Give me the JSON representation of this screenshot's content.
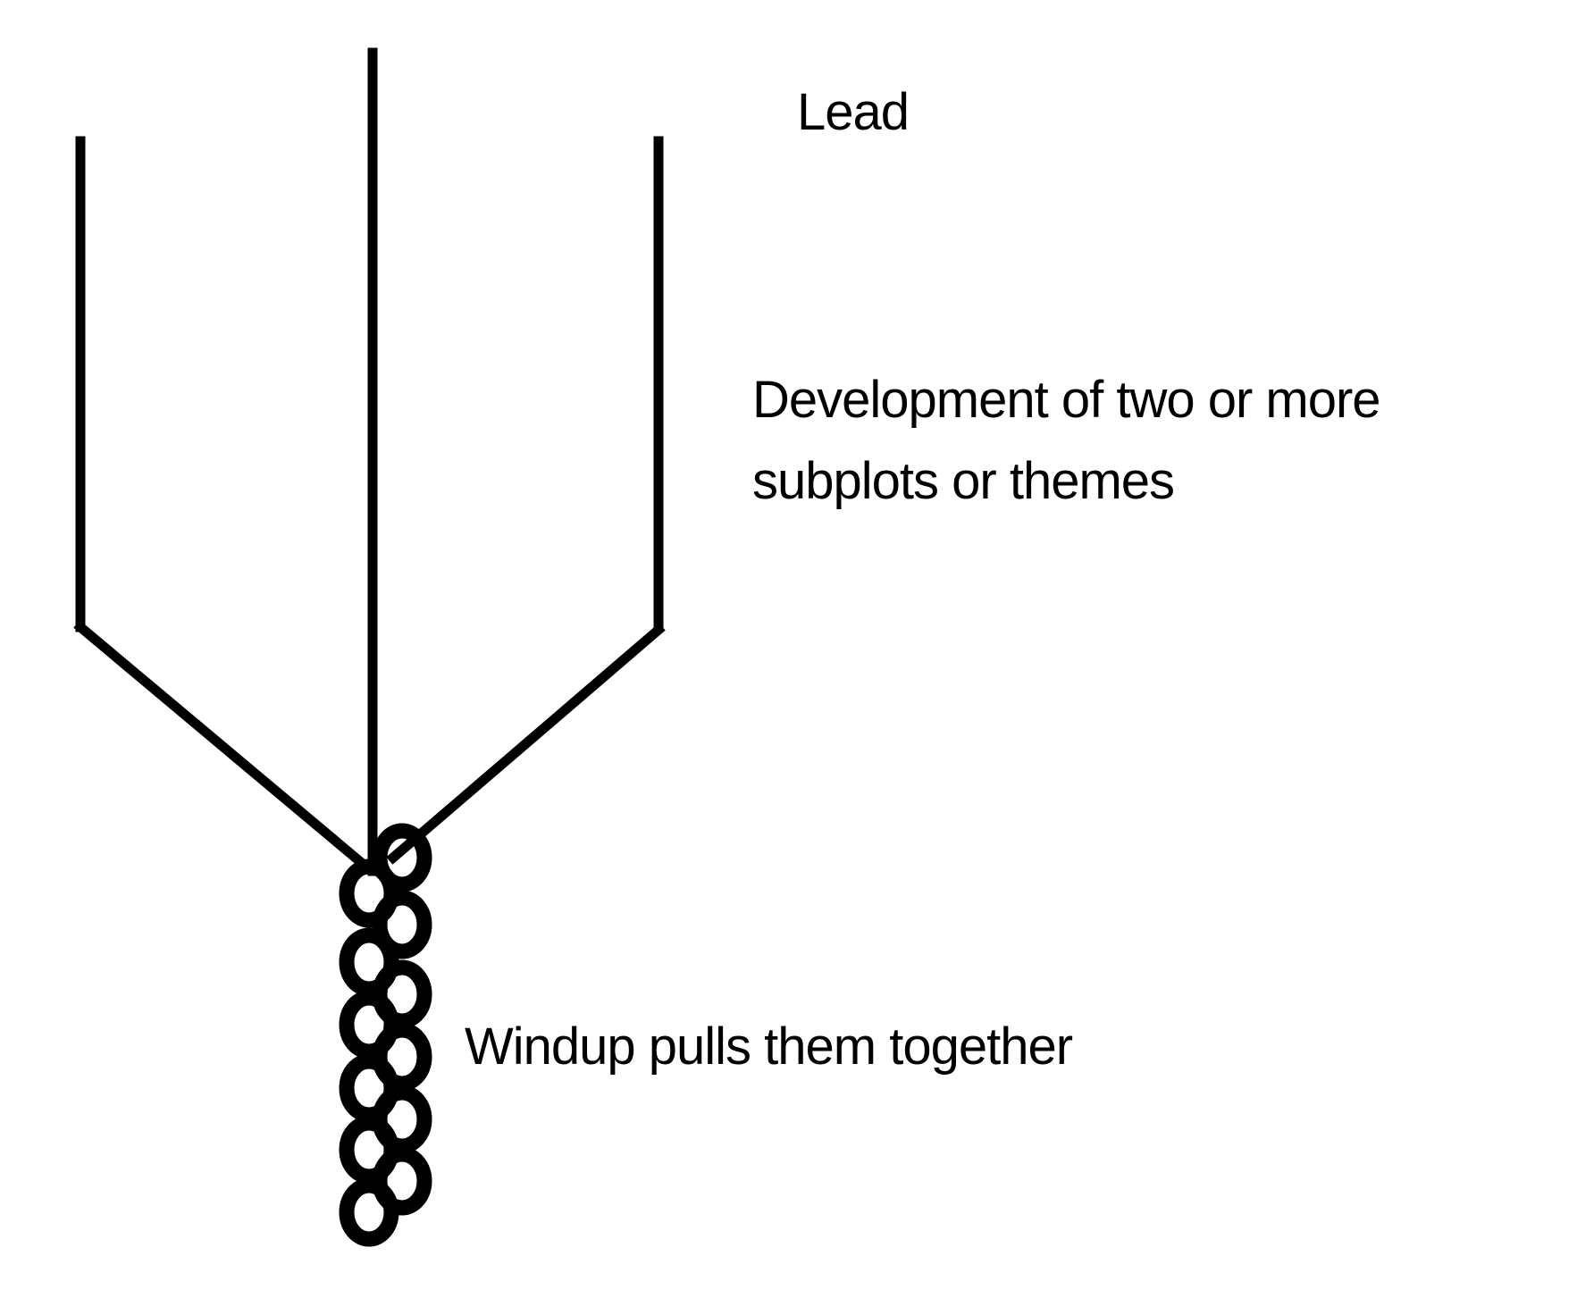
{
  "labels": {
    "lead": "Lead",
    "development_line1": "Development of two or more",
    "development_line2": "subplots or themes",
    "windup": "Windup pulls them together"
  },
  "colors": {
    "stroke": "#000000",
    "background": "#ffffff"
  }
}
